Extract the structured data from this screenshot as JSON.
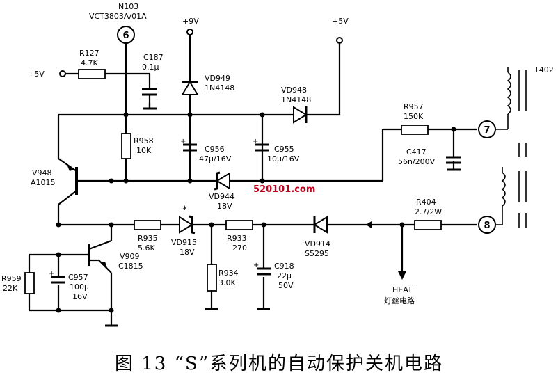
{
  "caption": "图 13 “S”系列机的自动保护关机电路",
  "labels": {
    "n103": "N103",
    "vct": "VCT3803A/01A",
    "pin6": "6",
    "pin7": "7",
    "pin8": "8",
    "plus9v": "+9V",
    "plus5v_top": "+5V",
    "plus5v_left": "+5V",
    "r127": "R127",
    "r127_val": "4.7K",
    "c187": "C187",
    "c187_val": "0.1μ",
    "vd949": "VD949",
    "vd949_val": "1N4148",
    "vd948": "VD948",
    "vd948_val": "1N4148",
    "r957": "R957",
    "r957_val": "150K",
    "t402": "T402",
    "c417": "C417",
    "c417_val": "56n/200V",
    "r958": "R958",
    "r958_val": "10K",
    "c956": "C956",
    "c956_val": "47μ/16V",
    "c955": "C955",
    "c955_val": "10μ/16V",
    "v948": "V948",
    "v948_val": "A1015",
    "vd944": "VD944",
    "vd944_val": "18V",
    "watermark": "520101.com",
    "r404": "R404",
    "r404_val": "2.7/2W",
    "r935": "R935",
    "r935_val": "5.6K",
    "vd915": "VD915",
    "vd915_val": "18V",
    "star": "*",
    "r933": "R933",
    "r933_val": "270",
    "vd914": "VD914",
    "vd914_val": "S5295",
    "v909": "V909",
    "v909_val": "C1815",
    "r959": "R959",
    "r959_val": "22K",
    "c957": "C957",
    "c957_val": "100μ",
    "c957_volt": "16V",
    "r934": "R934",
    "r934_val": "3.0K",
    "c918": "C918",
    "c918_val": "22μ",
    "c918_volt": "50V",
    "heat": "HEAT",
    "heat_cn": "灯丝电路"
  }
}
